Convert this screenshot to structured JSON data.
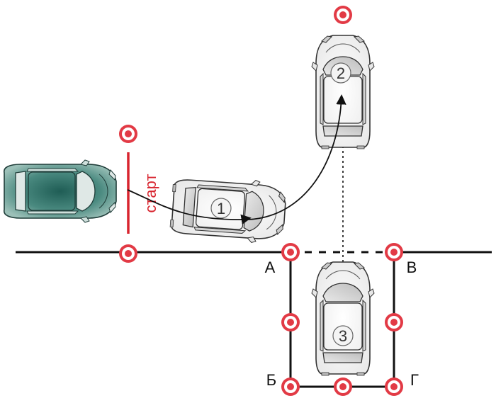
{
  "labels": {
    "start": "старт",
    "corner_a": "А",
    "corner_b": "Б",
    "corner_v": "В",
    "corner_g": "Г"
  },
  "cars": [
    {
      "number": "",
      "role": "start-car",
      "color": "#3e7a72"
    },
    {
      "number": "1",
      "role": "car-position-1",
      "color": "#ffffff"
    },
    {
      "number": "2",
      "role": "car-position-2",
      "color": "#ffffff"
    },
    {
      "number": "3",
      "role": "car-position-3",
      "color": "#ffffff"
    }
  ],
  "colors": {
    "cone": "#e23a45",
    "start_line": "#d8252f",
    "start_text": "#d8252f",
    "boundary": "#111111",
    "path_arrow": "#111111"
  },
  "icons": {
    "cone": "cone-marker-icon",
    "car": "car-top-view-icon"
  }
}
